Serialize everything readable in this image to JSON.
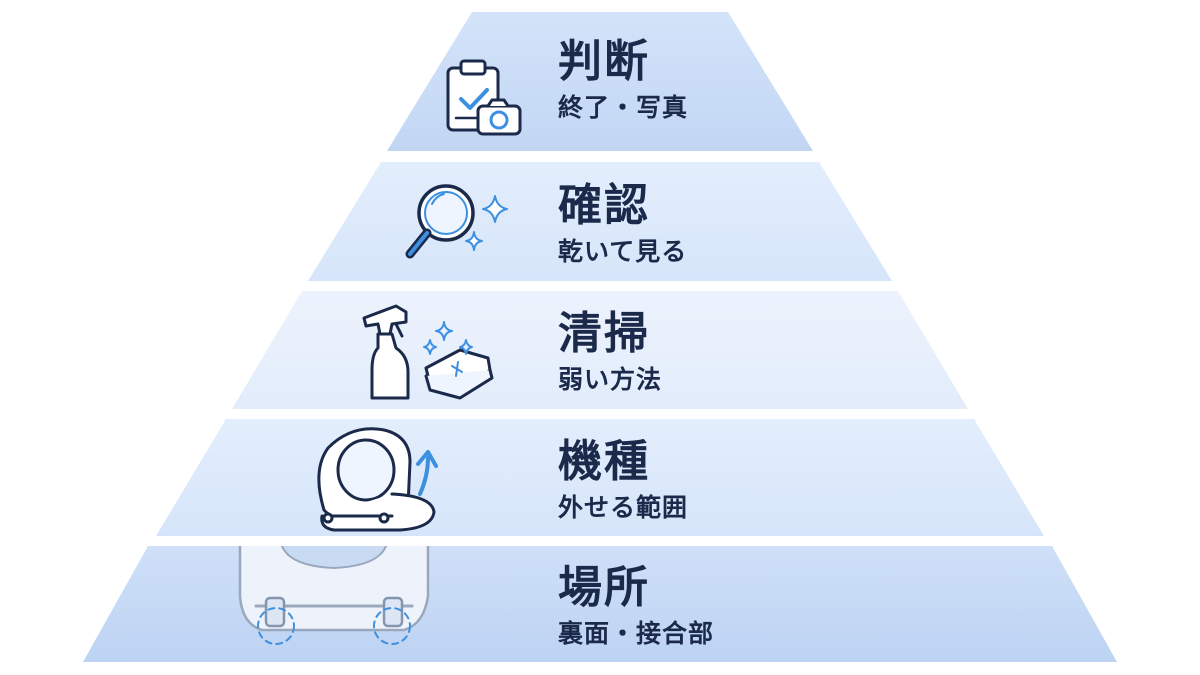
{
  "diagram": {
    "tiers": [
      {
        "title": "判断",
        "subtitle": "終了・写真",
        "icon": "clipboard-camera-icon"
      },
      {
        "title": "確認",
        "subtitle": "乾いて見る",
        "icon": "magnifier-sparkle-icon"
      },
      {
        "title": "清掃",
        "subtitle": "弱い方法",
        "icon": "spray-sponge-icon"
      },
      {
        "title": "機種",
        "subtitle": "外せる範囲",
        "icon": "toilet-seat-lift-icon"
      },
      {
        "title": "場所",
        "subtitle": "裏面・接合部",
        "icon": "toilet-hinge-icon"
      }
    ],
    "colors": {
      "navy": "#1b2a4a",
      "accent": "#3d8fe0",
      "tier_fills": [
        "#c6d9f6",
        "#dbe8fb",
        "#e6effc",
        "#dbe8fb",
        "#c6d9f6"
      ]
    }
  }
}
